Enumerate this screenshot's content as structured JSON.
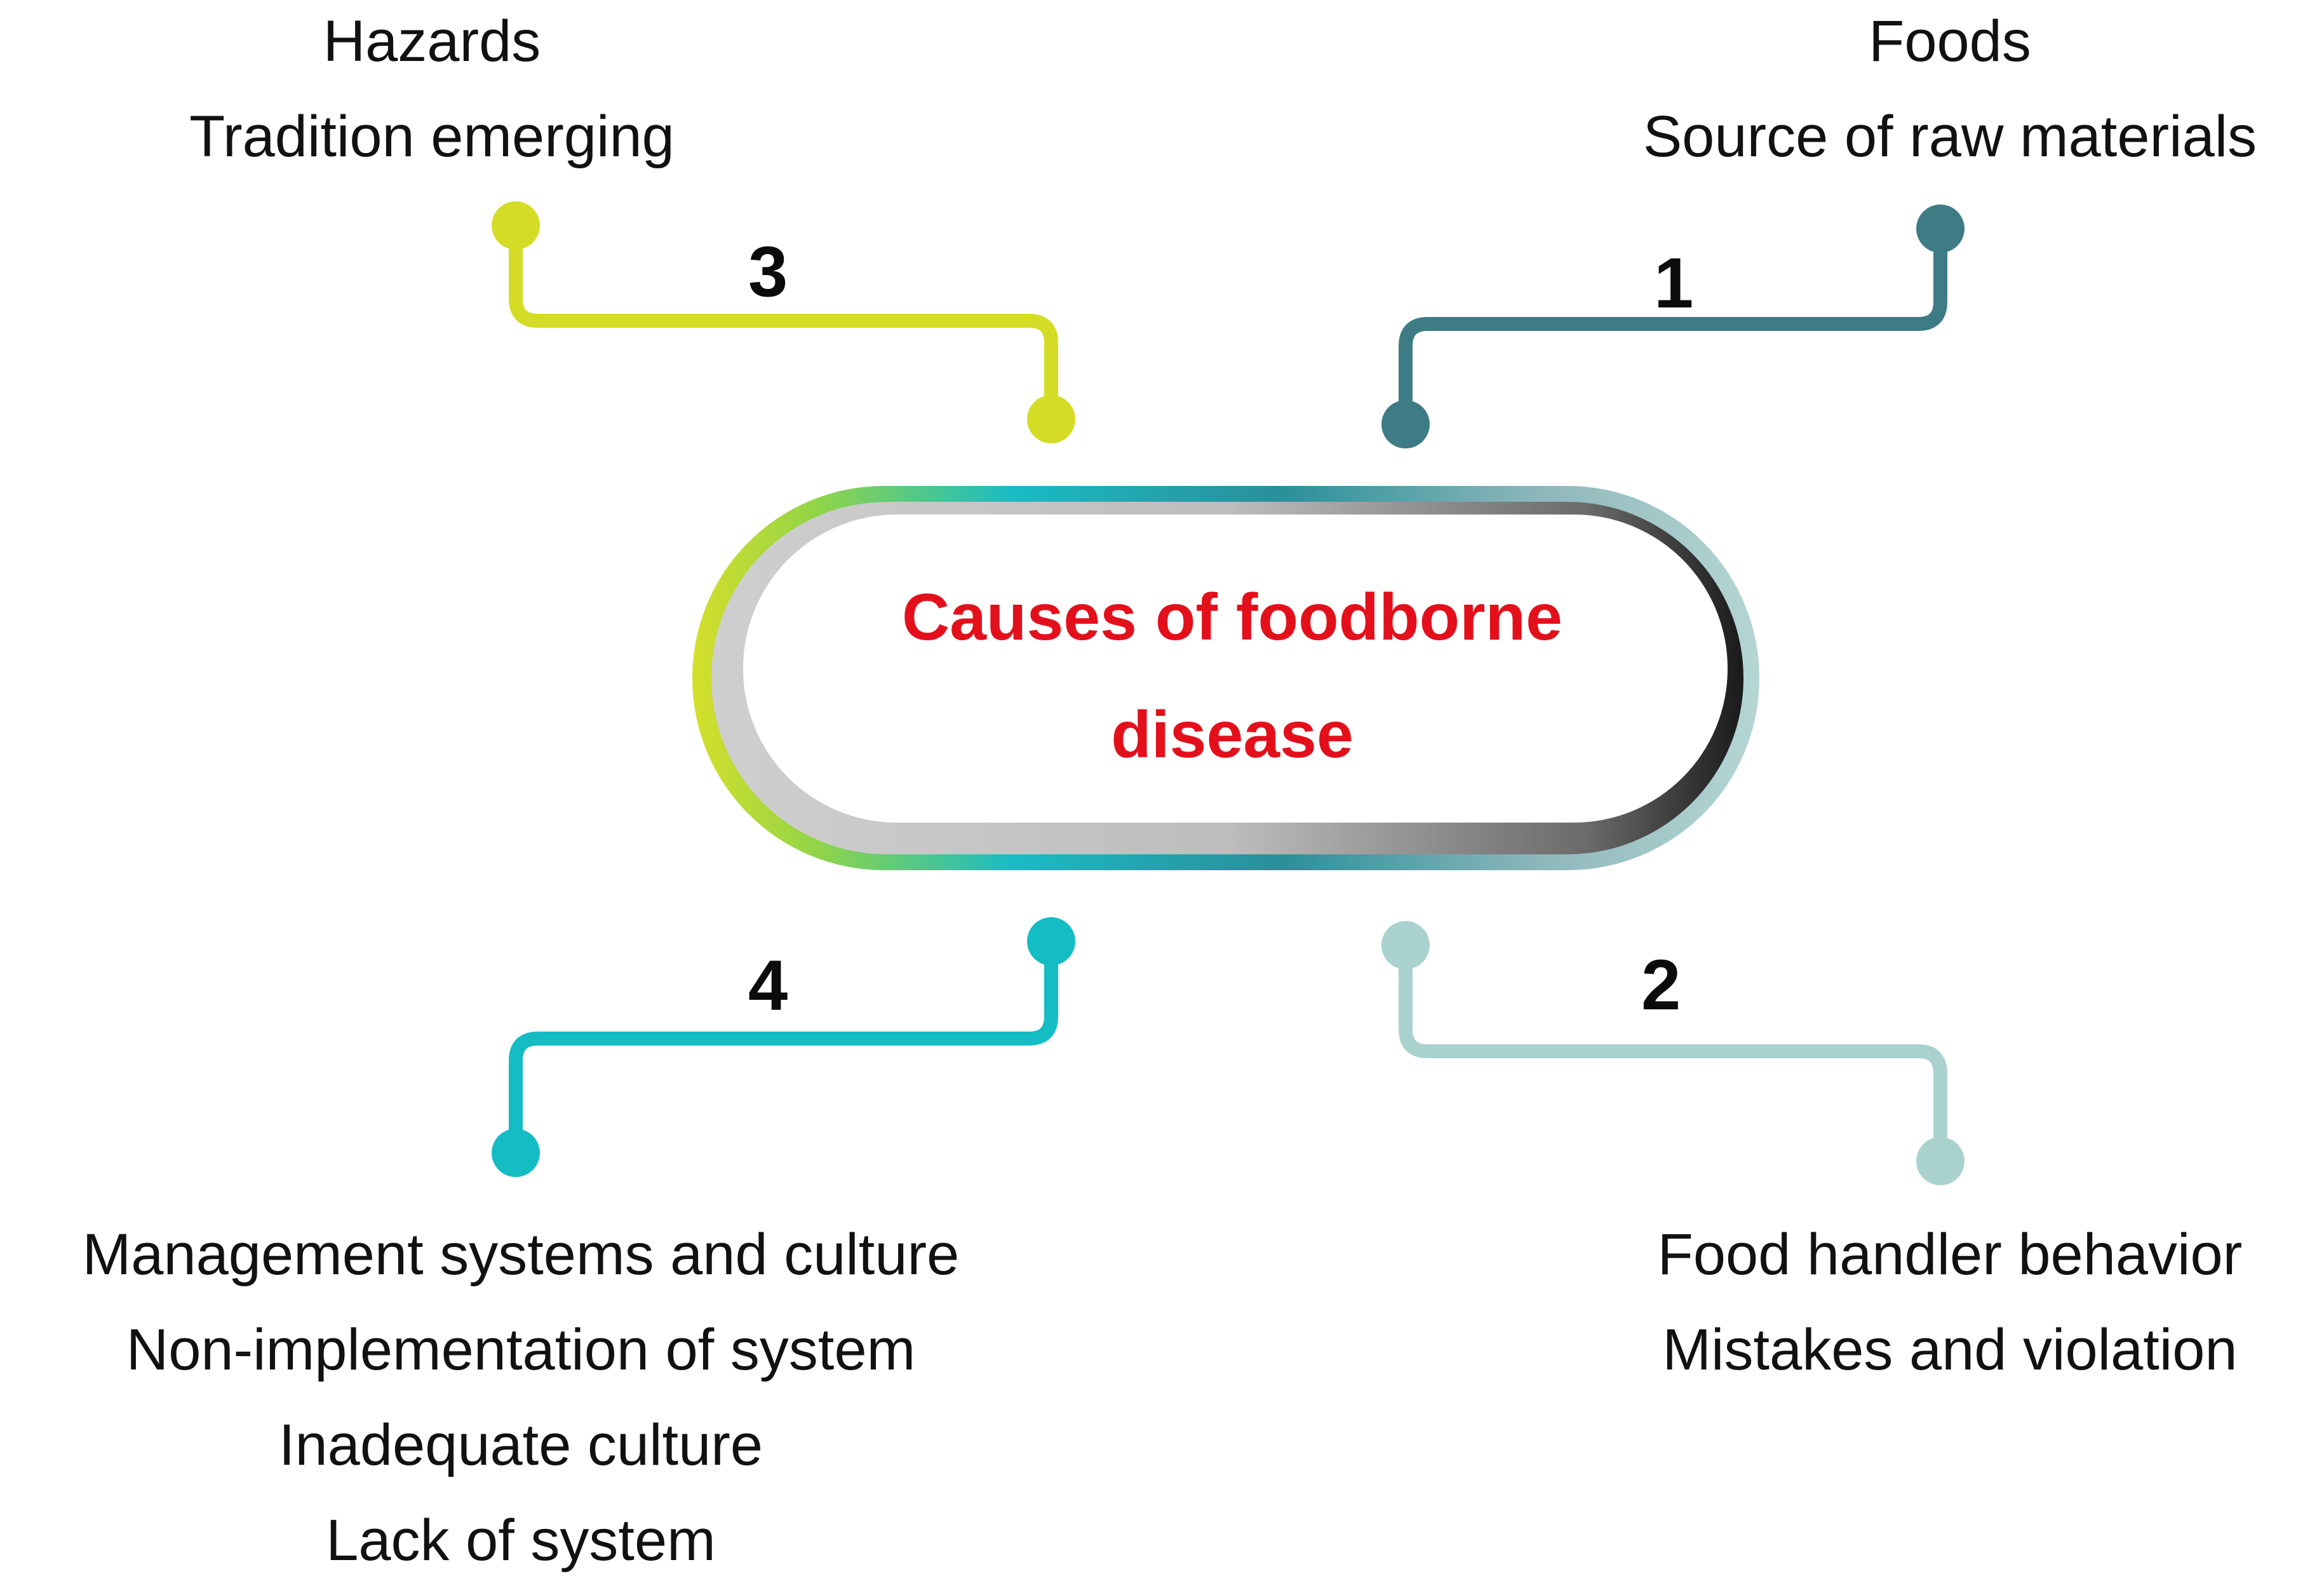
{
  "center": {
    "title_line1": "Causes of foodborne",
    "title_line2": "disease"
  },
  "branches": [
    {
      "number": "1",
      "color": "#3e7c85",
      "lines": [
        "Foods",
        "Source of raw materials"
      ]
    },
    {
      "number": "2",
      "color": "#a9d2ce",
      "lines": [
        "Food handler behavior",
        "Mistakes and violation"
      ]
    },
    {
      "number": "3",
      "color": "#d4dc25",
      "lines": [
        "Hazards",
        "Tradition emerging"
      ]
    },
    {
      "number": "4",
      "color": "#14bcc4",
      "lines": [
        "Management systems and culture",
        "Non-implementation of system",
        "Inadequate culture",
        "Lack of system"
      ]
    }
  ],
  "colors": {
    "title": "#e3101c",
    "pill_inner": "#ffffff",
    "pill_shadow": "#222222"
  }
}
